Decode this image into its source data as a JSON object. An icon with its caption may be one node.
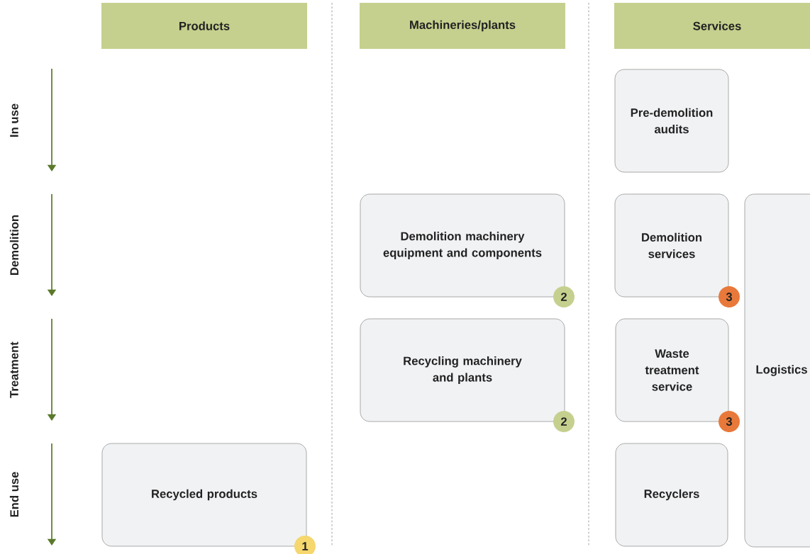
{
  "diagram": {
    "nodes": [
      {
        "text": [
          "Products"
        ]
      },
      {
        "text": [
          "Machineries/plants"
        ]
      },
      {
        "text": [
          "Services"
        ]
      },
      {
        "text": [
          "Pre-demolition audits"
        ]
      },
      {
        "text": [
          "Demolition machinery equipment and components"
        ]
      },
      {
        "text": [
          "2"
        ]
      },
      {
        "text": [
          "Demolition services"
        ]
      },
      {
        "text": [
          "3"
        ]
      },
      {
        "text": [
          "Logistics"
        ]
      },
      {
        "text": [
          "Recycling machinery and plants"
        ]
      },
      {
        "text": [
          "2"
        ]
      },
      {
        "text": [
          "Waste treatment service"
        ]
      },
      {
        "text": [
          "3"
        ]
      },
      {
        "text": [
          "Recycled products"
        ]
      },
      {
        "text": [
          "1"
        ]
      },
      {
        "text": [
          "Recyclers"
        ]
      }
    ],
    "labels": [
      "In use",
      "Demolition",
      "Treatment",
      "End use"
    ]
  }
}
